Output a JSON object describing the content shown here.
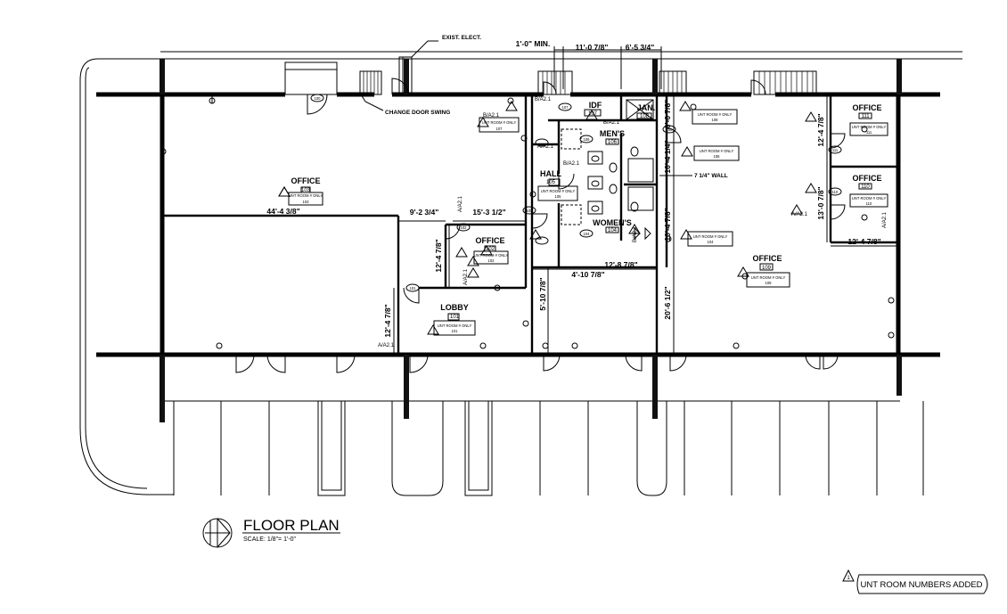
{
  "rooms": [
    {
      "id": "r103",
      "name": "OFFICE",
      "number": "103",
      "tag": "UNT ROOM # ONLY",
      "tag_num": "103"
    },
    {
      "id": "r102",
      "name": "OFFICE",
      "number": "102",
      "tag": "UNT ROOM # ONLY",
      "tag_num": "102"
    },
    {
      "id": "r101",
      "name": "LOBBY",
      "number": "101",
      "tag": "UNT ROOM # ONLY",
      "tag_num": "101"
    },
    {
      "id": "r107",
      "name": "IDF",
      "number": "107",
      "tag": "UNT ROOM # ONLY",
      "tag_num": "107"
    },
    {
      "id": "r108",
      "name": "JAN.",
      "number": "108",
      "tag": "UNT ROOM # ONLY",
      "tag_num": "108"
    },
    {
      "id": "r106",
      "name": "MEN'S",
      "number": "106",
      "tag": "UNT ROOM # ONLY",
      "tag_num": "106"
    },
    {
      "id": "r105",
      "name": "HALL",
      "number": "105",
      "tag": "UNT ROOM # ONLY",
      "tag_num": "105"
    },
    {
      "id": "r104",
      "name": "WOMEN'S",
      "number": "104",
      "tag": "UNT ROOM # ONLY",
      "tag_num": "104"
    },
    {
      "id": "r109",
      "name": "OFFICE",
      "number": "109",
      "tag": "UNT ROOM # ONLY",
      "tag_num": "109"
    },
    {
      "id": "r111",
      "name": "OFFICE",
      "number": "111",
      "tag": "UNT ROOM # ONLY",
      "tag_num": "111"
    },
    {
      "id": "r110",
      "name": "OFFICE",
      "number": "110",
      "tag": "UNT ROOM # ONLY",
      "tag_num": "110"
    }
  ],
  "dimensions": {
    "d1": "1'-0\" MIN.",
    "d2": "11'-0 7/8\"",
    "d3": "6'-5 3/4\"",
    "d4": "44'-4 3/8\"",
    "d5": "9'-2 3/4\"",
    "d6": "15'-3 1/2\"",
    "d7": "12'-4 7/8\"",
    "d8": "12'-4 7/8\"",
    "d9": "4'-10 7/8\"",
    "d10": "12'-8 7/8\"",
    "d11": "5'-10 7/8\"",
    "d12": "20'-6 1/2\"",
    "d13": "6'-0 7/8\"",
    "d14": "10'-4 1/4\"",
    "d15": "10'-4 7/8\"",
    "d16": "12'-4 7/8\"",
    "d17": "13'-0 7/8\"",
    "d18": "12'-4 7/8\""
  },
  "notes": {
    "exist_elect": "EXIST. ELECT.",
    "change_door": "CHANGE DOOR SWING",
    "wall_note": "7 1/4\" WALL"
  },
  "refs": {
    "a": "A/A2.1",
    "b": "B/A2.1"
  },
  "doors": {
    "d100": "100",
    "d101": "101",
    "d102": "102",
    "d105": "105",
    "d106": "106",
    "d107": "107",
    "d108": "108",
    "d104": "104",
    "d110": "110",
    "d111": "111"
  },
  "title_block": {
    "title": "FLOOR PLAN",
    "scale": "SCALE: 1/8\"= 1'-0\""
  },
  "revision": {
    "number": "1",
    "text": "UNT ROOM NUMBERS ADDED"
  }
}
